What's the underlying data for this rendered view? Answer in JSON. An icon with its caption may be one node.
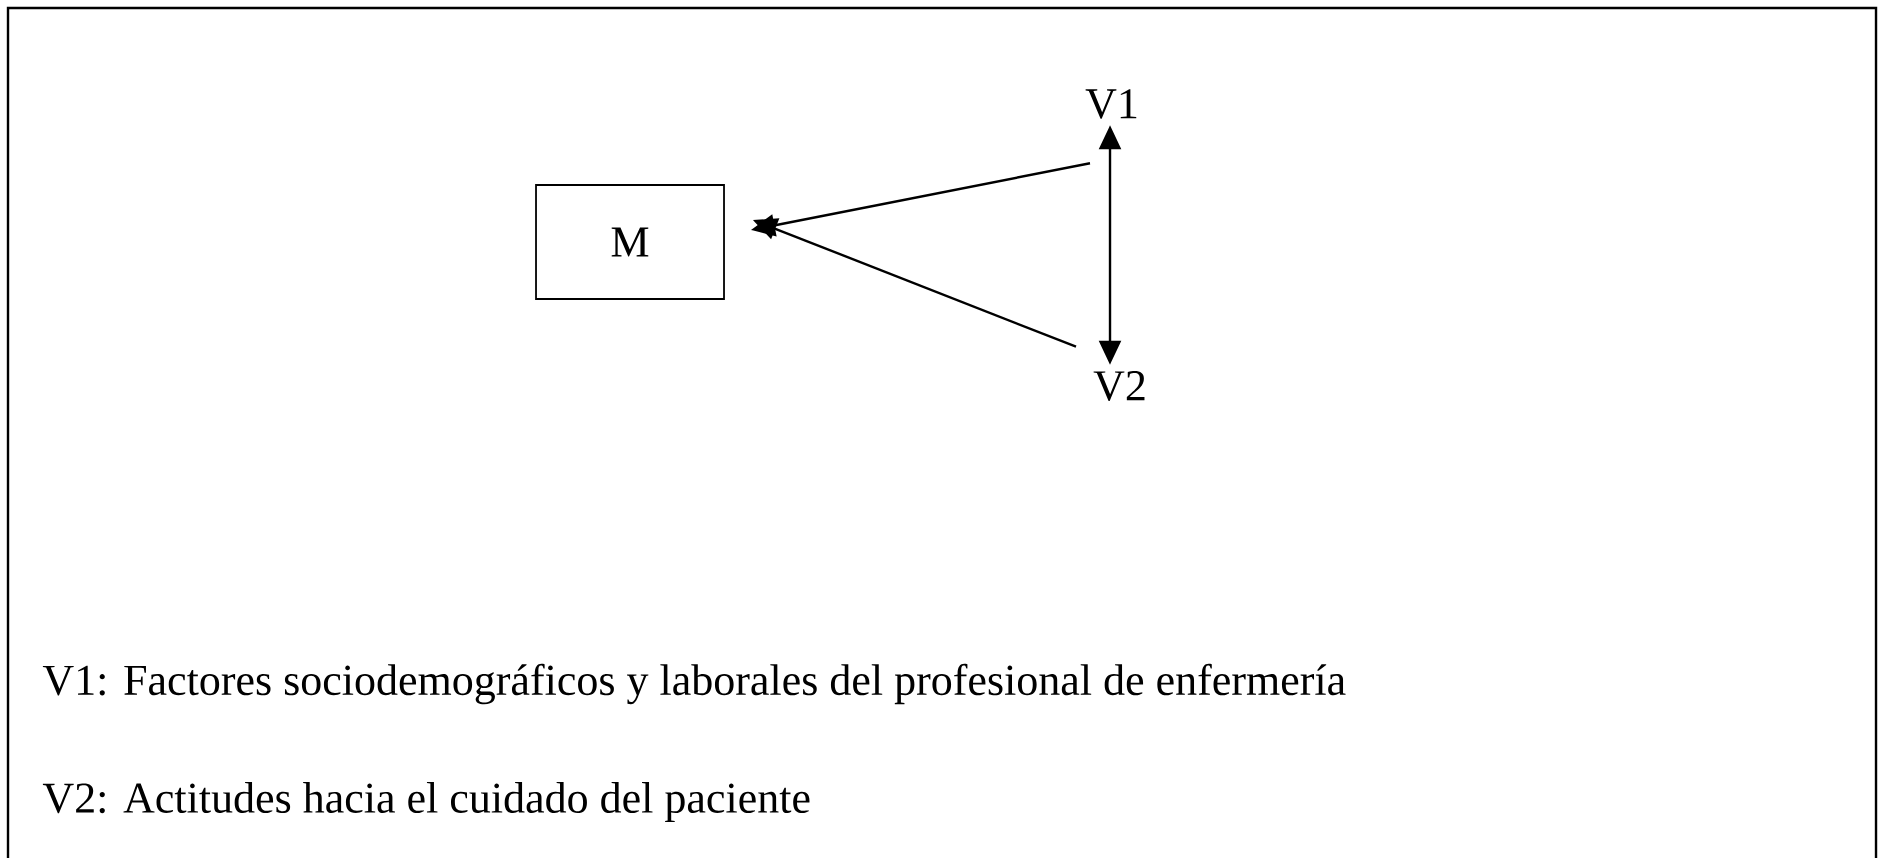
{
  "diagram": {
    "nodes": [
      {
        "text": [
          "M"
        ]
      },
      {
        "text": [
          "V1"
        ]
      },
      {
        "text": [
          "V2"
        ]
      }
    ],
    "edges": [
      {
        "from": 1,
        "to": 0,
        "arrow": "to"
      },
      {
        "from": 2,
        "to": 0,
        "arrow": "to"
      },
      {
        "from": 1,
        "to": 2,
        "arrow": "both"
      }
    ],
    "labels": [
      "V1: Factores sociodemográficos y laborales del profesional de enfermería",
      "V2: Actitudes hacia el cuidado del paciente"
    ]
  }
}
